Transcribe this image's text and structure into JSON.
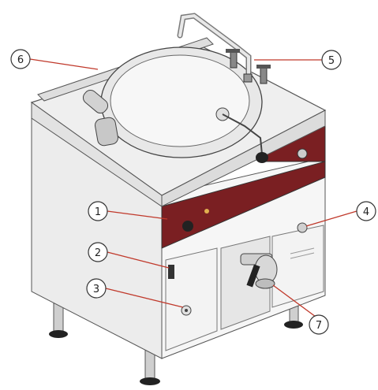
{
  "diagram": {
    "callouts": [
      {
        "id": "1",
        "label": "1"
      },
      {
        "id": "2",
        "label": "2"
      },
      {
        "id": "3",
        "label": "3"
      },
      {
        "id": "4",
        "label": "4"
      },
      {
        "id": "5",
        "label": "5"
      },
      {
        "id": "6",
        "label": "6"
      },
      {
        "id": "7",
        "label": "7"
      }
    ],
    "colors": {
      "panel_red": "#7a1f22",
      "leader_red": "#c0392b",
      "steel_light": "#efefef",
      "steel_mid": "#d9d9d9",
      "steel_dark": "#9a9a9a",
      "outline": "#555555"
    }
  }
}
